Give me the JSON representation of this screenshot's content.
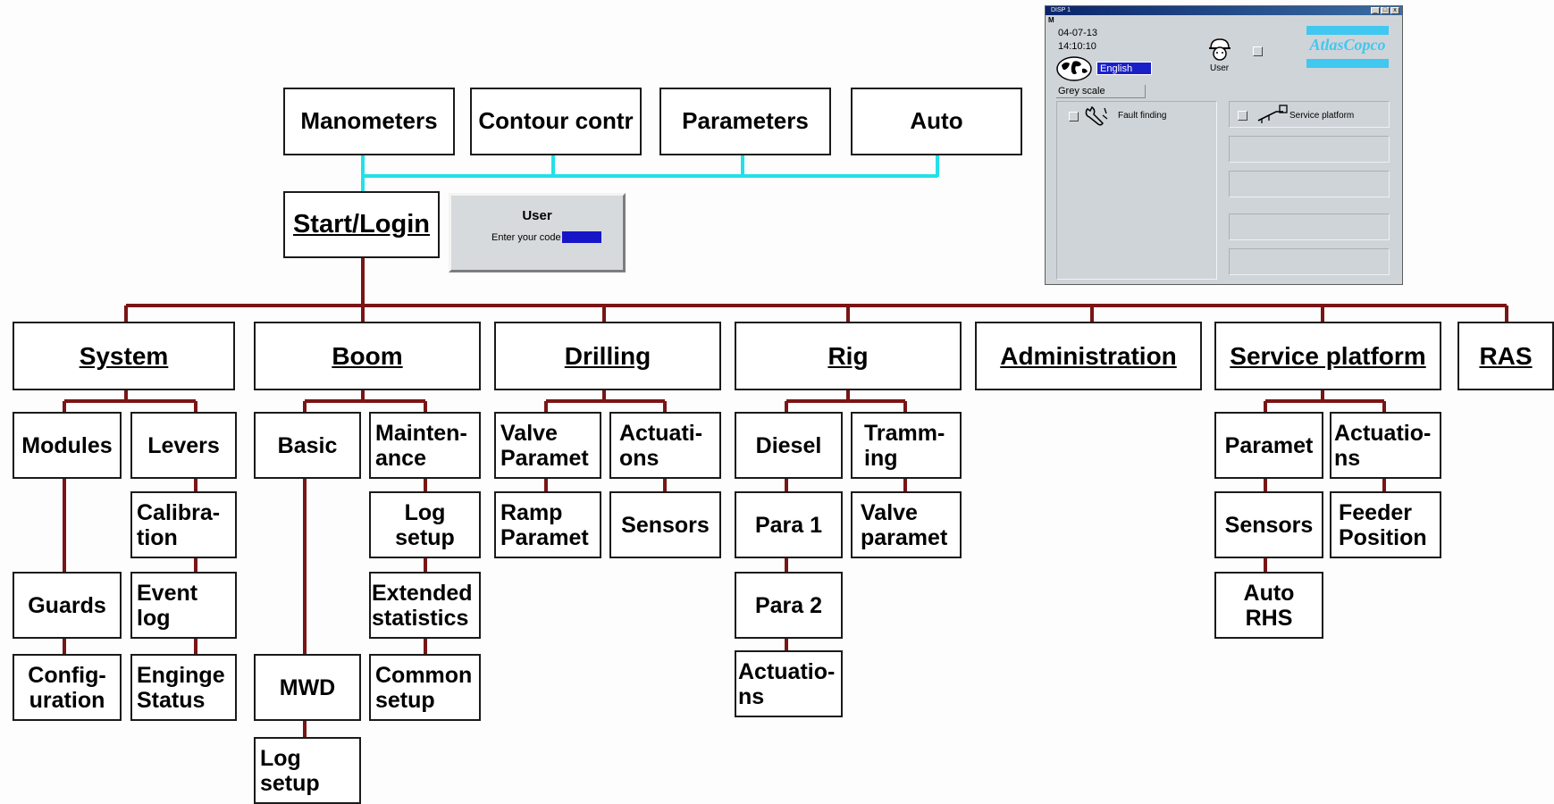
{
  "top_row": [
    "Manometers",
    "Contour contr",
    "Parameters",
    "Auto"
  ],
  "start": "Start/Login",
  "user_dialog": {
    "title": "User",
    "prompt": "Enter your code"
  },
  "categories": [
    "System",
    "Boom",
    "Drilling",
    "Rig",
    "Administration",
    "Service platform",
    "RAS"
  ],
  "system": {
    "col1": [
      "Modules",
      "Guards",
      "Config-\nuration"
    ],
    "col2": [
      "Levers",
      "Calibra-\ntion",
      "Event\nlog",
      "Enginge\nStatus"
    ]
  },
  "boom": {
    "col1": [
      "Basic",
      "MWD",
      "Log\nsetup"
    ],
    "col2": [
      "Mainten-\nance",
      "Log\nsetup",
      "Extended\nstatistics",
      "Common\nsetup"
    ]
  },
  "drilling": {
    "col1": [
      "Valve\nParamet",
      "Ramp\nParamet"
    ],
    "col2": [
      "Actuati-\nons",
      "Sensors"
    ]
  },
  "rig": {
    "col1": [
      "Diesel",
      "Para 1",
      "Para 2",
      "Actuatio-\nns"
    ],
    "col2": [
      "Tramm-\ning",
      "Valve\nparamet"
    ]
  },
  "service_platform": {
    "col1": [
      "Paramet",
      "Sensors",
      "Auto\nRHS"
    ],
    "col2": [
      "Actuatio-\nns",
      "Feeder\nPosition"
    ]
  },
  "display": {
    "window_title": "DISP 1",
    "marker": "M",
    "date": "04-07-13",
    "time": "14:10:10",
    "language": "English",
    "user_label": "User",
    "grey_scale": "Grey scale",
    "fault_finding": "Fault finding",
    "service_platform": "Service platform",
    "brand": "AtlasCopco",
    "brand_color": "#40c8f0",
    "window_buttons": [
      "_",
      "□",
      "x"
    ]
  },
  "colors": {
    "bus_top": "#22e0e8",
    "tree_lines": "#7a1515",
    "dialog_code_field": "#1616c8"
  }
}
